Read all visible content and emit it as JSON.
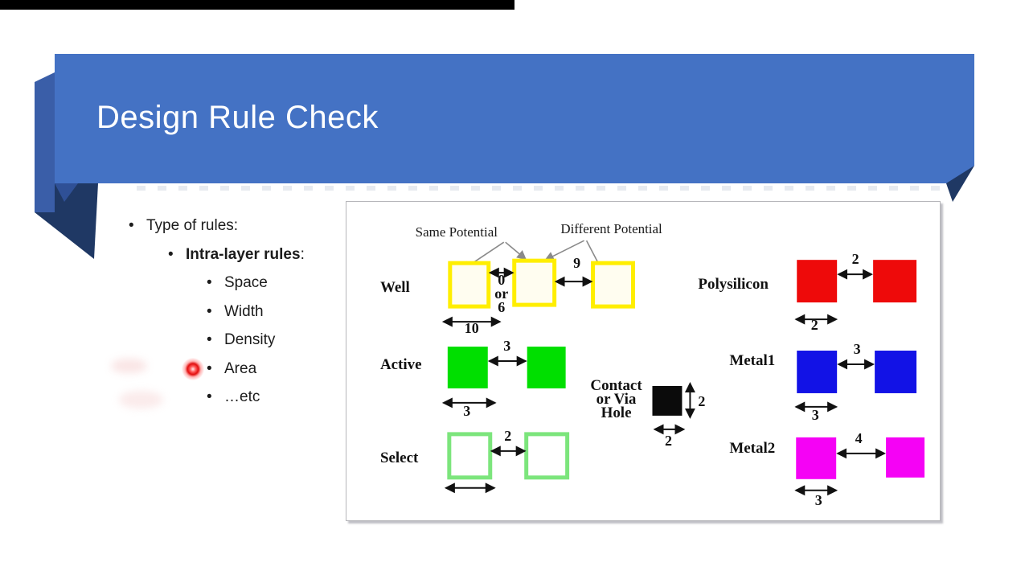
{
  "title": "Design Rule Check",
  "bullet_list": {
    "marker": "•",
    "l1": "Type of rules:",
    "l2_bold": "Intra-layer rules",
    "l2_suffix": ":",
    "l3": [
      "Space",
      "Width",
      "Density",
      "Area",
      "…etc"
    ]
  },
  "diagram": {
    "same_potential": "Same Potential",
    "different_potential": "Different Potential",
    "well": {
      "label": "Well",
      "space_a": "0",
      "space_or": "or",
      "space_b": "6",
      "space_diff": "9",
      "width": "10"
    },
    "active": {
      "label": "Active",
      "space": "3",
      "width": "3"
    },
    "select": {
      "label": "Select",
      "space": "2"
    },
    "contact": {
      "l1": "Contact",
      "l2": "or Via",
      "l3": "Hole",
      "height": "2",
      "width": "2"
    },
    "polysilicon": {
      "label": "Polysilicon",
      "space": "2",
      "width": "2"
    },
    "metal1": {
      "label": "Metal1",
      "space": "3",
      "width": "3"
    },
    "metal2": {
      "label": "Metal2",
      "space": "4",
      "width": "3"
    }
  },
  "colors": {
    "banner_blue": "#4472c4",
    "ribbon_mid_blue": "#3a5ea8",
    "ribbon_dark_navy": "#1f3864",
    "well_yellow_border": "#ffee00",
    "well_cream_fill": "#fffdf0",
    "active_green": "#00df00",
    "select_green_border": "#7ce57c",
    "polysilicon_red": "#ee0a0a",
    "metal1_blue": "#1212e6",
    "metal2_magenta": "#f502f5",
    "contact_black": "#0b0b0b",
    "laser_red": "#e20d0d"
  }
}
